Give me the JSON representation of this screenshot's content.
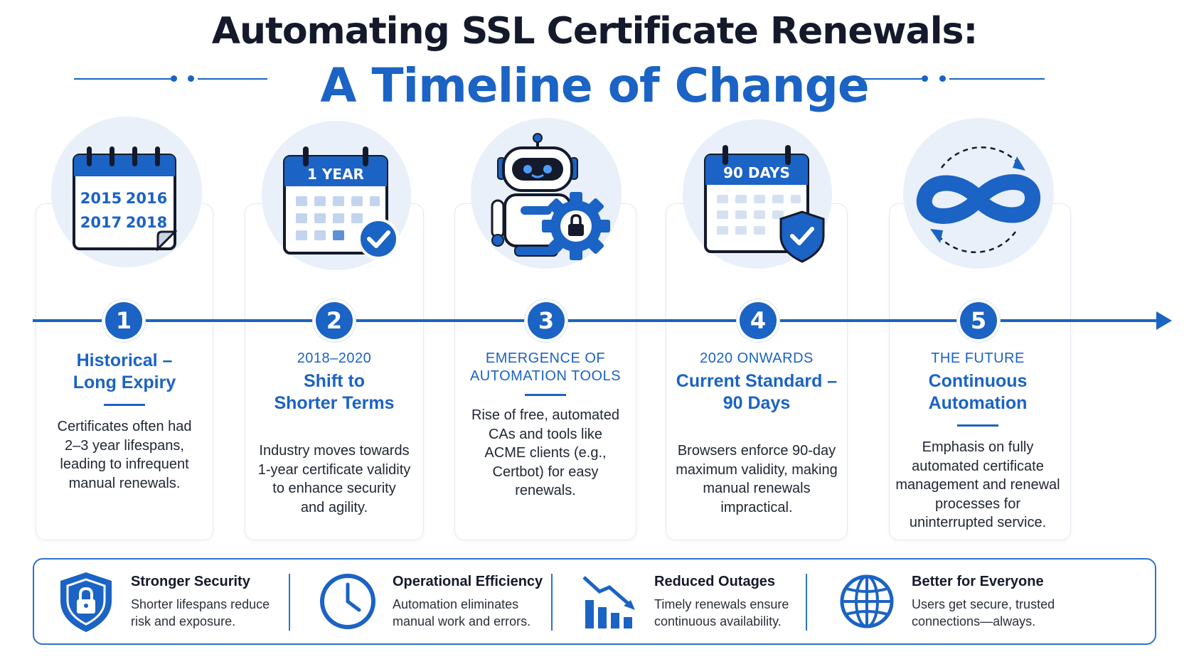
{
  "header": {
    "title_line1": "Automating SSL Certificate Renewals:",
    "title_line2": "A Timeline of Change"
  },
  "colors": {
    "accent": "#1b63c4",
    "dark_text": "#141a2b",
    "icon_bg": "#e9f0f9"
  },
  "steps": [
    {
      "number": "1",
      "kicker": "",
      "title_lines": [
        "Historical –",
        "Long Expiry"
      ],
      "desc_lines": [
        "Certificates often had",
        "2–3 year lifespans,",
        "leading to infrequent",
        "manual renewals."
      ],
      "icon": "calendar-multi-year-icon",
      "calendar_years": [
        "2015",
        "2016",
        "2017",
        "2018"
      ]
    },
    {
      "number": "2",
      "kicker": "2018–2020",
      "title_lines": [
        "Shift to",
        "Shorter Terms"
      ],
      "desc_lines": [
        "Industry moves towards",
        "1-year certificate validity",
        "to enhance security",
        "and agility."
      ],
      "icon": "calendar-check-icon",
      "calendar_label": "1 YEAR"
    },
    {
      "number": "3",
      "kicker_lines": [
        "EMERGENCE OF",
        "AUTOMATION TOOLS"
      ],
      "title_lines": [],
      "desc_lines": [
        "Rise of free, automated",
        "CAs and tools like",
        "ACME clients (e.g.,",
        "Certbot) for easy",
        "renewals."
      ],
      "icon": "robot-gear-lock-icon"
    },
    {
      "number": "4",
      "kicker": "2020 ONWARDS",
      "title_lines": [
        "Current Standard –",
        "90 Days"
      ],
      "desc_lines": [
        "Browsers enforce 90-day",
        "maximum validity, making",
        "manual renewals",
        "impractical."
      ],
      "icon": "calendar-shield-icon",
      "calendar_label": "90 DAYS"
    },
    {
      "number": "5",
      "kicker": "THE FUTURE",
      "title_lines": [
        "Continuous",
        "Automation"
      ],
      "desc_lines": [
        "Emphasis on fully",
        "automated certificate",
        "management and renewal",
        "processes for",
        "uninterrupted service."
      ],
      "icon": "infinity-cycle-icon"
    }
  ],
  "benefits": [
    {
      "title": "Stronger Security",
      "desc_lines": [
        "Shorter lifespans reduce",
        "risk and exposure."
      ],
      "icon": "shield-lock-icon"
    },
    {
      "title": "Operational Efficiency",
      "desc_lines": [
        "Automation eliminates",
        "manual work and errors."
      ],
      "icon": "clock-icon"
    },
    {
      "title": "Reduced Outages",
      "desc_lines": [
        "Timely renewals ensure",
        "continuous availability."
      ],
      "icon": "declining-bar-chart-icon"
    },
    {
      "title": "Better for Everyone",
      "desc_lines": [
        "Users get secure, trusted",
        "connections—always."
      ],
      "icon": "globe-icon"
    }
  ]
}
